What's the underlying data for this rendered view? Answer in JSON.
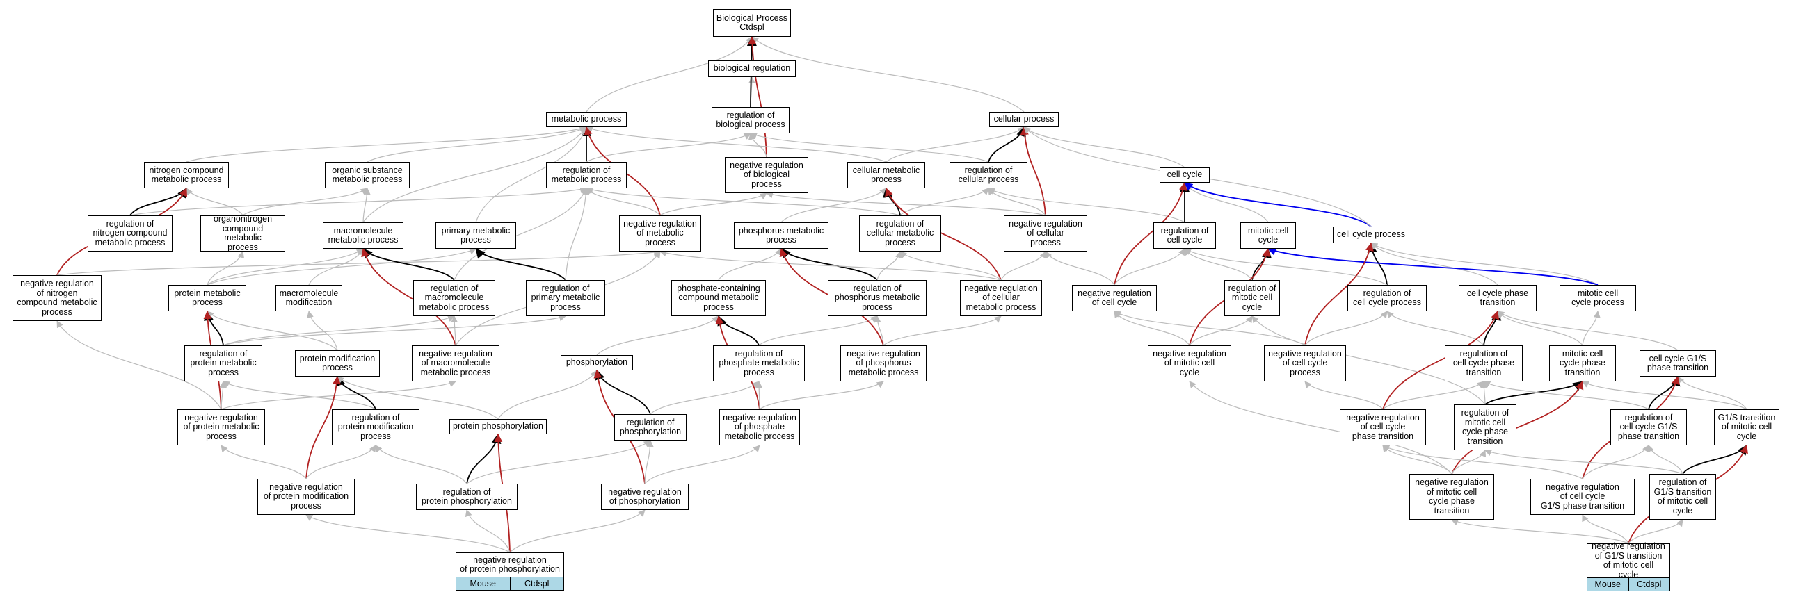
{
  "graph": {
    "legend_tags": [
      "Mouse",
      "Ctdspl"
    ],
    "edge_colors": {
      "is_a": "#bbbbbb",
      "part_of": "#000000",
      "regulates": "#b22222",
      "has_part": "#0000ee"
    },
    "nodes": [
      {
        "id": "bp",
        "label": "Biological Process\nCtdspl"
      },
      {
        "id": "br",
        "label": "biological regulation"
      },
      {
        "id": "mp",
        "label": "metabolic process"
      },
      {
        "id": "rbp",
        "label": "regulation of\nbiological process"
      },
      {
        "id": "cp",
        "label": "cellular process"
      },
      {
        "id": "ncmp",
        "label": "nitrogen compound\nmetabolic process"
      },
      {
        "id": "osmp",
        "label": "organic substance\nmetabolic process"
      },
      {
        "id": "rmp",
        "label": "regulation of\nmetabolic process"
      },
      {
        "id": "nrbp",
        "label": "negative regulation\nof biological\nprocess"
      },
      {
        "id": "cmp",
        "label": "cellular metabolic\nprocess"
      },
      {
        "id": "rcp",
        "label": "regulation of\ncellular process"
      },
      {
        "id": "cc",
        "label": "cell cycle"
      },
      {
        "id": "rncmp",
        "label": "regulation of\nnitrogen compound\nmetabolic process"
      },
      {
        "id": "oncmp",
        "label": "organonitrogen\ncompound metabolic\nprocess"
      },
      {
        "id": "mmp",
        "label": "macromolecule\nmetabolic process"
      },
      {
        "id": "pmp",
        "label": "primary metabolic\nprocess"
      },
      {
        "id": "nrmp",
        "label": "negative regulation\nof metabolic\nprocess"
      },
      {
        "id": "phmp",
        "label": "phosphorus metabolic\nprocess"
      },
      {
        "id": "rcmp",
        "label": "regulation of\ncellular metabolic\nprocess"
      },
      {
        "id": "nrcp",
        "label": "negative regulation\nof cellular\nprocess"
      },
      {
        "id": "rcc",
        "label": "regulation of\ncell cycle"
      },
      {
        "id": "mcc",
        "label": "mitotic cell\ncycle"
      },
      {
        "id": "ccp",
        "label": "cell cycle process"
      },
      {
        "id": "nrncmp",
        "label": "negative regulation\nof nitrogen\ncompound metabolic\nprocess"
      },
      {
        "id": "prmp",
        "label": "protein metabolic\nprocess"
      },
      {
        "id": "mm",
        "label": "macromolecule\nmodification"
      },
      {
        "id": "rmmp",
        "label": "regulation of\nmacromolecule\nmetabolic process"
      },
      {
        "id": "rpmp",
        "label": "regulation of\nprimary metabolic\nprocess"
      },
      {
        "id": "pccmp",
        "label": "phosphate-containing\ncompound metabolic\nprocess"
      },
      {
        "id": "rphmp",
        "label": "regulation of\nphosphorus metabolic\nprocess"
      },
      {
        "id": "nrcmp",
        "label": "negative regulation\nof cellular\nmetabolic process"
      },
      {
        "id": "nrcc",
        "label": "negative regulation\nof cell cycle"
      },
      {
        "id": "rmcc",
        "label": "regulation of\nmitotic cell\ncycle"
      },
      {
        "id": "rccp",
        "label": "regulation of\ncell cycle process"
      },
      {
        "id": "ccpt",
        "label": "cell cycle phase\ntransition"
      },
      {
        "id": "mccp",
        "label": "mitotic cell\ncycle process"
      },
      {
        "id": "rprmp",
        "label": "regulation of\nprotein metabolic\nprocess"
      },
      {
        "id": "pmod",
        "label": "protein modification\nprocess"
      },
      {
        "id": "nrmmp",
        "label": "negative regulation\nof macromolecule\nmetabolic process"
      },
      {
        "id": "phos",
        "label": "phosphorylation"
      },
      {
        "id": "rpcmp",
        "label": "regulation of\nphosphate metabolic\nprocess"
      },
      {
        "id": "nrphmp",
        "label": "negative regulation\nof phosphorus\nmetabolic process"
      },
      {
        "id": "nrmcc",
        "label": "negative regulation\nof mitotic cell\ncycle"
      },
      {
        "id": "nrccp",
        "label": "negative regulation\nof cell cycle\nprocess"
      },
      {
        "id": "rccpt",
        "label": "regulation of\ncell cycle phase\ntransition"
      },
      {
        "id": "mccpt",
        "label": "mitotic cell\ncycle phase\ntransition"
      },
      {
        "id": "ccg1s",
        "label": "cell cycle G1/S\nphase transition"
      },
      {
        "id": "nrprmp",
        "label": "negative regulation\nof protein metabolic\nprocess"
      },
      {
        "id": "rpmod",
        "label": "regulation of\nprotein modification\nprocess"
      },
      {
        "id": "pphos",
        "label": "protein phosphorylation"
      },
      {
        "id": "rphos",
        "label": "regulation of\nphosphorylation"
      },
      {
        "id": "nrpcmp",
        "label": "negative regulation\nof phosphate\nmetabolic process"
      },
      {
        "id": "nrccpt",
        "label": "negative regulation\nof cell cycle\nphase transition"
      },
      {
        "id": "rmccpt",
        "label": "regulation of\nmitotic cell\ncycle phase\ntransition"
      },
      {
        "id": "rccg1s",
        "label": "regulation of\ncell cycle G1/S\nphase transition"
      },
      {
        "id": "g1smcc",
        "label": "G1/S transition\nof mitotic cell\ncycle"
      },
      {
        "id": "nrpmod",
        "label": "negative regulation\nof protein modification\nprocess"
      },
      {
        "id": "rpphos",
        "label": "regulation of\nprotein phosphorylation"
      },
      {
        "id": "nrphos",
        "label": "negative regulation\nof phosphorylation"
      },
      {
        "id": "nrmccpt",
        "label": "negative regulation\nof mitotic cell\ncycle phase\ntransition"
      },
      {
        "id": "nrccg1s",
        "label": "negative regulation\nof cell cycle\nG1/S phase transition"
      },
      {
        "id": "rg1s",
        "label": "regulation of\nG1/S transition\nof mitotic cell\ncycle"
      },
      {
        "id": "nrpphos",
        "label": "negative regulation\nof protein phosphorylation",
        "tags": true
      },
      {
        "id": "nrg1s",
        "label": "negative regulation\nof G1/S transition\nof mitotic cell\ncycle",
        "tags": true
      }
    ],
    "edges": [
      {
        "from": "br",
        "to": "bp",
        "type": "is_a"
      },
      {
        "from": "mp",
        "to": "bp",
        "type": "is_a"
      },
      {
        "from": "cp",
        "to": "bp",
        "type": "is_a"
      },
      {
        "from": "rbp",
        "to": "br",
        "type": "is_a"
      },
      {
        "from": "rbp",
        "to": "bp",
        "type": "part_of"
      },
      {
        "from": "nrbp",
        "to": "bp",
        "type": "regulates"
      },
      {
        "from": "nrbp",
        "to": "rbp",
        "type": "is_a"
      },
      {
        "from": "ncmp",
        "to": "mp",
        "type": "is_a"
      },
      {
        "from": "osmp",
        "to": "mp",
        "type": "is_a"
      },
      {
        "from": "rmp",
        "to": "mp",
        "type": "part_of"
      },
      {
        "from": "rmp",
        "to": "rbp",
        "type": "is_a"
      },
      {
        "from": "cmp",
        "to": "mp",
        "type": "is_a"
      },
      {
        "from": "cmp",
        "to": "cp",
        "type": "is_a"
      },
      {
        "from": "rcp",
        "to": "rbp",
        "type": "is_a"
      },
      {
        "from": "rcp",
        "to": "cp",
        "type": "part_of"
      },
      {
        "from": "cc",
        "to": "cp",
        "type": "is_a"
      },
      {
        "from": "rncmp",
        "to": "ncmp",
        "type": "part_of"
      },
      {
        "from": "rncmp",
        "to": "rmp",
        "type": "is_a"
      },
      {
        "from": "oncmp",
        "to": "ncmp",
        "type": "is_a"
      },
      {
        "from": "oncmp",
        "to": "osmp",
        "type": "is_a"
      },
      {
        "from": "mmp",
        "to": "osmp",
        "type": "is_a"
      },
      {
        "from": "mmp",
        "to": "mp",
        "type": "is_a"
      },
      {
        "from": "pmp",
        "to": "mp",
        "type": "is_a"
      },
      {
        "from": "nrmp",
        "to": "mp",
        "type": "regulates"
      },
      {
        "from": "nrmp",
        "to": "rmp",
        "type": "is_a"
      },
      {
        "from": "nrmp",
        "to": "nrbp",
        "type": "is_a"
      },
      {
        "from": "phmp",
        "to": "cmp",
        "type": "is_a"
      },
      {
        "from": "rcmp",
        "to": "cmp",
        "type": "part_of"
      },
      {
        "from": "rcmp",
        "to": "rcp",
        "type": "is_a"
      },
      {
        "from": "rcmp",
        "to": "rmp",
        "type": "is_a"
      },
      {
        "from": "nrcp",
        "to": "cp",
        "type": "regulates"
      },
      {
        "from": "nrcp",
        "to": "rcp",
        "type": "is_a"
      },
      {
        "from": "nrcp",
        "to": "nrbp",
        "type": "is_a"
      },
      {
        "from": "rcc",
        "to": "cc",
        "type": "part_of"
      },
      {
        "from": "rcc",
        "to": "rcp",
        "type": "is_a"
      },
      {
        "from": "mcc",
        "to": "cc",
        "type": "is_a"
      },
      {
        "from": "ccp",
        "to": "cc",
        "type": "has_part"
      },
      {
        "from": "ccp",
        "to": "cp",
        "type": "is_a"
      },
      {
        "from": "nrncmp",
        "to": "ncmp",
        "type": "regulates"
      },
      {
        "from": "nrncmp",
        "to": "nrmp",
        "type": "is_a"
      },
      {
        "from": "prmp",
        "to": "oncmp",
        "type": "is_a"
      },
      {
        "from": "prmp",
        "to": "mmp",
        "type": "is_a"
      },
      {
        "from": "prmp",
        "to": "pmp",
        "type": "is_a"
      },
      {
        "from": "mm",
        "to": "mmp",
        "type": "is_a"
      },
      {
        "from": "rmmp",
        "to": "mmp",
        "type": "part_of"
      },
      {
        "from": "rmmp",
        "to": "rmp",
        "type": "is_a"
      },
      {
        "from": "rpmp",
        "to": "pmp",
        "type": "part_of"
      },
      {
        "from": "rpmp",
        "to": "rmp",
        "type": "is_a"
      },
      {
        "from": "pccmp",
        "to": "phmp",
        "type": "is_a"
      },
      {
        "from": "rphmp",
        "to": "phmp",
        "type": "part_of"
      },
      {
        "from": "rphmp",
        "to": "rcmp",
        "type": "is_a"
      },
      {
        "from": "nrcmp",
        "to": "cmp",
        "type": "regulates"
      },
      {
        "from": "nrcmp",
        "to": "rcmp",
        "type": "is_a"
      },
      {
        "from": "nrcmp",
        "to": "nrcp",
        "type": "is_a"
      },
      {
        "from": "nrcmp",
        "to": "nrmp",
        "type": "is_a"
      },
      {
        "from": "nrcc",
        "to": "cc",
        "type": "regulates"
      },
      {
        "from": "nrcc",
        "to": "rcc",
        "type": "is_a"
      },
      {
        "from": "nrcc",
        "to": "nrcp",
        "type": "is_a"
      },
      {
        "from": "rmcc",
        "to": "mcc",
        "type": "part_of"
      },
      {
        "from": "rmcc",
        "to": "rcc",
        "type": "is_a"
      },
      {
        "from": "rccp",
        "to": "ccp",
        "type": "part_of"
      },
      {
        "from": "rccp",
        "to": "rcc",
        "type": "is_a"
      },
      {
        "from": "ccpt",
        "to": "ccp",
        "type": "is_a"
      },
      {
        "from": "mccp",
        "to": "ccp",
        "type": "is_a"
      },
      {
        "from": "mccp",
        "to": "mcc",
        "type": "has_part"
      },
      {
        "from": "rprmp",
        "to": "prmp",
        "type": "part_of"
      },
      {
        "from": "rprmp",
        "to": "rmmp",
        "type": "is_a"
      },
      {
        "from": "rprmp",
        "to": "rpmp",
        "type": "is_a"
      },
      {
        "from": "pmod",
        "to": "prmp",
        "type": "is_a"
      },
      {
        "from": "pmod",
        "to": "mm",
        "type": "is_a"
      },
      {
        "from": "nrmmp",
        "to": "mmp",
        "type": "regulates"
      },
      {
        "from": "nrmmp",
        "to": "rmmp",
        "type": "is_a"
      },
      {
        "from": "nrmmp",
        "to": "nrmp",
        "type": "is_a"
      },
      {
        "from": "phos",
        "to": "pccmp",
        "type": "is_a"
      },
      {
        "from": "rpcmp",
        "to": "pccmp",
        "type": "part_of"
      },
      {
        "from": "rpcmp",
        "to": "rphmp",
        "type": "is_a"
      },
      {
        "from": "nrphmp",
        "to": "phmp",
        "type": "regulates"
      },
      {
        "from": "nrphmp",
        "to": "rphmp",
        "type": "is_a"
      },
      {
        "from": "nrphmp",
        "to": "nrcmp",
        "type": "is_a"
      },
      {
        "from": "nrmcc",
        "to": "mcc",
        "type": "regulates"
      },
      {
        "from": "nrmcc",
        "to": "rmcc",
        "type": "is_a"
      },
      {
        "from": "nrmcc",
        "to": "nrcc",
        "type": "is_a"
      },
      {
        "from": "nrccp",
        "to": "ccp",
        "type": "regulates"
      },
      {
        "from": "nrccp",
        "to": "rccp",
        "type": "is_a"
      },
      {
        "from": "nrccp",
        "to": "nrcc",
        "type": "is_a"
      },
      {
        "from": "rccpt",
        "to": "ccpt",
        "type": "part_of"
      },
      {
        "from": "rccpt",
        "to": "rccp",
        "type": "is_a"
      },
      {
        "from": "mccpt",
        "to": "ccpt",
        "type": "is_a"
      },
      {
        "from": "mccpt",
        "to": "mccp",
        "type": "is_a"
      },
      {
        "from": "ccg1s",
        "to": "ccpt",
        "type": "is_a"
      },
      {
        "from": "nrprmp",
        "to": "prmp",
        "type": "regulates"
      },
      {
        "from": "nrprmp",
        "to": "rprmp",
        "type": "is_a"
      },
      {
        "from": "nrprmp",
        "to": "nrncmp",
        "type": "is_a"
      },
      {
        "from": "nrprmp",
        "to": "nrmmp",
        "type": "is_a"
      },
      {
        "from": "rpmod",
        "to": "pmod",
        "type": "part_of"
      },
      {
        "from": "rpmod",
        "to": "rprmp",
        "type": "is_a"
      },
      {
        "from": "pphos",
        "to": "pmod",
        "type": "is_a"
      },
      {
        "from": "pphos",
        "to": "phos",
        "type": "is_a"
      },
      {
        "from": "rphos",
        "to": "phos",
        "type": "part_of"
      },
      {
        "from": "rphos",
        "to": "rpcmp",
        "type": "is_a"
      },
      {
        "from": "nrpcmp",
        "to": "pccmp",
        "type": "regulates"
      },
      {
        "from": "nrpcmp",
        "to": "rpcmp",
        "type": "is_a"
      },
      {
        "from": "nrpcmp",
        "to": "nrphmp",
        "type": "is_a"
      },
      {
        "from": "nrccpt",
        "to": "ccpt",
        "type": "regulates"
      },
      {
        "from": "nrccpt",
        "to": "rccpt",
        "type": "is_a"
      },
      {
        "from": "nrccpt",
        "to": "nrccp",
        "type": "is_a"
      },
      {
        "from": "rmccpt",
        "to": "mccpt",
        "type": "part_of"
      },
      {
        "from": "rmccpt",
        "to": "rccpt",
        "type": "is_a"
      },
      {
        "from": "rmccpt",
        "to": "rmcc",
        "type": "is_a"
      },
      {
        "from": "rccg1s",
        "to": "ccg1s",
        "type": "part_of"
      },
      {
        "from": "rccg1s",
        "to": "rccpt",
        "type": "is_a"
      },
      {
        "from": "g1smcc",
        "to": "ccg1s",
        "type": "is_a"
      },
      {
        "from": "g1smcc",
        "to": "mccpt",
        "type": "is_a"
      },
      {
        "from": "nrpmod",
        "to": "pmod",
        "type": "regulates"
      },
      {
        "from": "nrpmod",
        "to": "rpmod",
        "type": "is_a"
      },
      {
        "from": "nrpmod",
        "to": "nrprmp",
        "type": "is_a"
      },
      {
        "from": "rpphos",
        "to": "pphos",
        "type": "part_of"
      },
      {
        "from": "rpphos",
        "to": "rpmod",
        "type": "is_a"
      },
      {
        "from": "rpphos",
        "to": "rphos",
        "type": "is_a"
      },
      {
        "from": "nrphos",
        "to": "phos",
        "type": "regulates"
      },
      {
        "from": "nrphos",
        "to": "rphos",
        "type": "is_a"
      },
      {
        "from": "nrphos",
        "to": "nrpcmp",
        "type": "is_a"
      },
      {
        "from": "nrmccpt",
        "to": "mccpt",
        "type": "regulates"
      },
      {
        "from": "nrmccpt",
        "to": "rmccpt",
        "type": "is_a"
      },
      {
        "from": "nrmccpt",
        "to": "nrmcc",
        "type": "is_a"
      },
      {
        "from": "nrmccpt",
        "to": "nrccpt",
        "type": "is_a"
      },
      {
        "from": "nrccg1s",
        "to": "ccg1s",
        "type": "regulates"
      },
      {
        "from": "nrccg1s",
        "to": "rccg1s",
        "type": "is_a"
      },
      {
        "from": "nrccg1s",
        "to": "nrccpt",
        "type": "is_a"
      },
      {
        "from": "rg1s",
        "to": "g1smcc",
        "type": "part_of"
      },
      {
        "from": "rg1s",
        "to": "rccg1s",
        "type": "is_a"
      },
      {
        "from": "rg1s",
        "to": "rmccpt",
        "type": "is_a"
      },
      {
        "from": "nrpphos",
        "to": "pphos",
        "type": "regulates"
      },
      {
        "from": "nrpphos",
        "to": "rpphos",
        "type": "is_a"
      },
      {
        "from": "nrpphos",
        "to": "nrpmod",
        "type": "is_a"
      },
      {
        "from": "nrpphos",
        "to": "nrphos",
        "type": "is_a"
      },
      {
        "from": "nrg1s",
        "to": "g1smcc",
        "type": "regulates"
      },
      {
        "from": "nrg1s",
        "to": "rg1s",
        "type": "is_a"
      },
      {
        "from": "nrg1s",
        "to": "nrmccpt",
        "type": "is_a"
      },
      {
        "from": "nrg1s",
        "to": "nrccg1s",
        "type": "is_a"
      }
    ]
  }
}
